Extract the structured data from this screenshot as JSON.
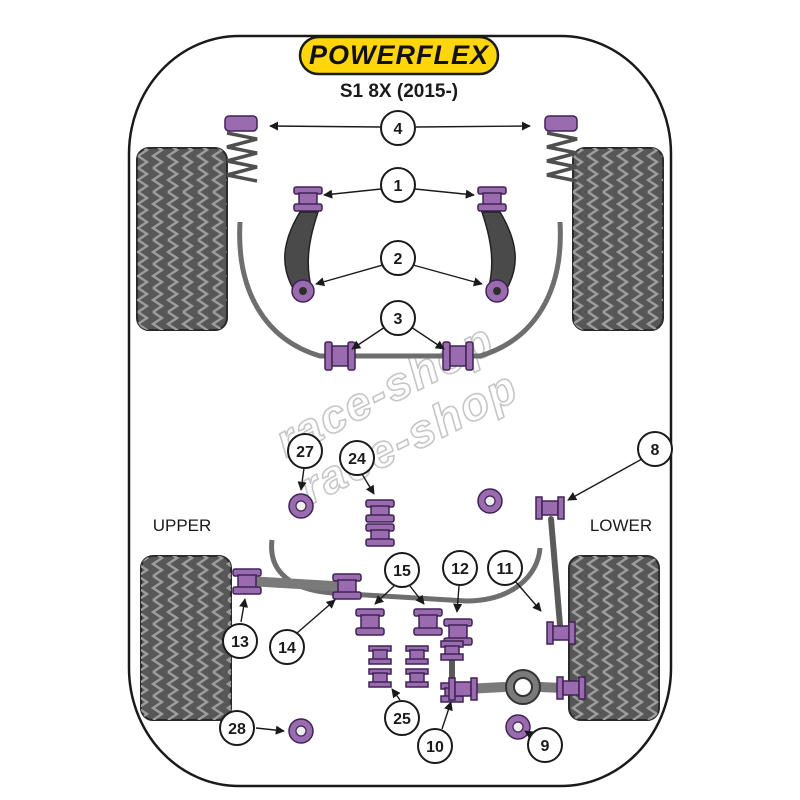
{
  "header": {
    "brand": "POWERFLEX",
    "model": "S1 8X (2015-)"
  },
  "side_labels": {
    "upper": "UPPER",
    "lower": "LOWER"
  },
  "watermark": {
    "line1": "race-shop",
    "line2": "race-shop"
  },
  "callouts": [
    {
      "number": "4"
    },
    {
      "number": "1"
    },
    {
      "number": "2"
    },
    {
      "number": "3"
    },
    {
      "number": "27"
    },
    {
      "number": "24"
    },
    {
      "number": "8"
    },
    {
      "number": "15"
    },
    {
      "number": "12"
    },
    {
      "number": "11"
    },
    {
      "number": "13"
    },
    {
      "number": "14"
    },
    {
      "number": "25"
    },
    {
      "number": "10"
    },
    {
      "number": "9"
    },
    {
      "number": "28"
    }
  ],
  "colors": {
    "brand_bg": "#ffd60a",
    "line": "#1a1a1a",
    "bushing": "#9b6bb0",
    "bushing_dark": "#3f2356",
    "metal": "#6e6e6e",
    "arm_fill": "#4a4a4a",
    "tire": "#575757",
    "watermark": "#c6c6c6"
  }
}
